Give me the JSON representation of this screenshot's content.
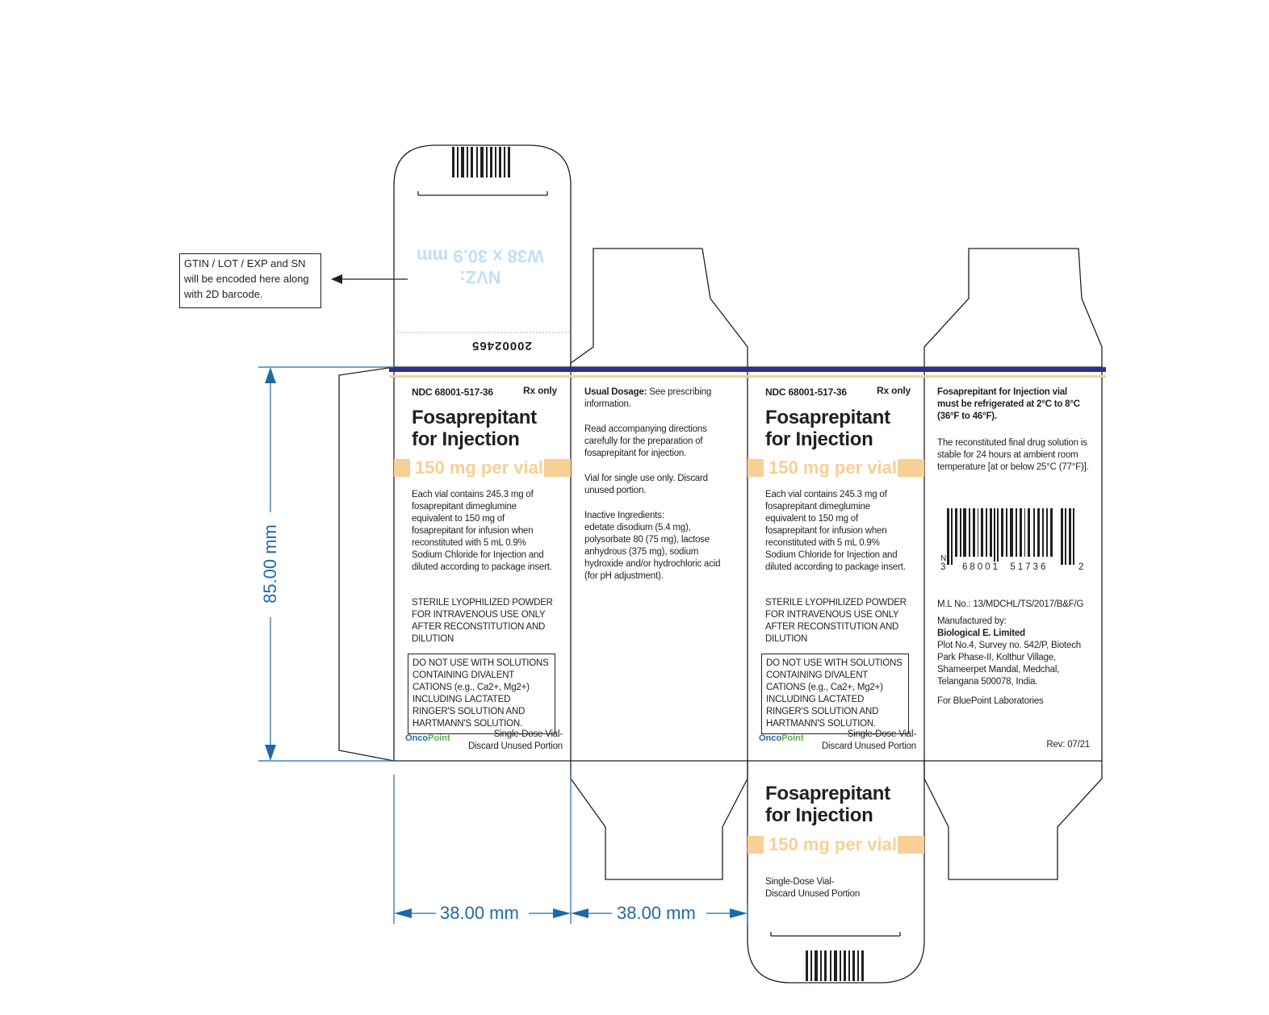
{
  "annotation": {
    "note": "GTIN / LOT / EXP and SN will be encoded here along with 2D barcode."
  },
  "top_flap": {
    "nvz_line1": "NVZ:",
    "nvz_line2": "W38 x 30.9 mm",
    "code": "20002465"
  },
  "front": {
    "ndc": "NDC 68001-517-36",
    "rx": "Rx only",
    "title_line1": "Fosaprepitant",
    "title_line2": "for Injection",
    "strength": "150 mg per vial",
    "description": "Each vial contains 245.3 mg of fosaprepitant dimeglumine equivalent to 150 mg of fosaprepitant for infusion when reconstituted with 5 mL 0.9% Sodium Chloride for Injection and diluted according to package insert.",
    "sterile": "STERILE LYOPHILIZED POWDER FOR INTRAVENOUS USE ONLY AFTER RECONSTITUTION AND DILUTION",
    "warning": "DO NOT USE WITH SOLUTIONS CONTAINING DIVALENT CATIONS (e.g., Ca2+, Mg2+) INCLUDING LACTATED RINGER'S SOLUTION AND HARTMANN'S SOLUTION.",
    "logo_a": "Onco",
    "logo_b": "Point",
    "single_dose_line1": "Single-Dose Vial-",
    "single_dose_line2": "Discard Unused Portion"
  },
  "side": {
    "dosage_label": "Usual Dosage:",
    "dosage_text": " See prescribing information.",
    "directions": "Read accompanying directions carefully for the preparation of fosaprepitant for injection.",
    "single_use": "Vial for single use only. Discard unused portion.",
    "inactive_label": "Inactive Ingredients:",
    "inactive_text": "edetate disodium (5.4 mg), polysorbate 80 (75 mg), lactose anhydrous (375 mg), sodium hydroxide and/or hydrochloric acid (for pH adjustment)."
  },
  "back": {
    "storage": "Fosaprepitant for Injection vial must be refrigerated at 2°C to 8°C (36°F to 46°F).",
    "stability": "The reconstituted final drug solution is stable for 24 hours at ambient room temperature [at or below 25°C (77°F)].",
    "barcode_n": "N",
    "barcode_first": "3",
    "barcode_mid": "68001  51736",
    "barcode_last": "2",
    "ml_no": "M.L No.: 13/MDCHL/TS/2017/B&F/G",
    "mfd_label": "Manufactured by:",
    "mfd_name": "Biological E. Limited",
    "address": "Plot No.4, Survey no. 542/P, Biotech Park Phase-II, Kolthur Village, Shameerpet Mandal, Medchal, Telangana 500078, India.",
    "for": "For BluePoint Laboratories",
    "rev": "Rev: 07/21"
  },
  "bottom_flap": {
    "title_line1": "Fosaprepitant",
    "title_line2": "for Injection",
    "strength": "150 mg per vial",
    "single_dose_line1": "Single-Dose Vial-",
    "single_dose_line2": "Discard Unused Portion"
  },
  "dimensions": {
    "height": "85.00 mm",
    "width1": "38.00 mm",
    "width2": "38.00 mm"
  },
  "colors": {
    "navy": "#2e3192",
    "orange": "#f8cf94",
    "dim_blue": "#1f6aa5"
  }
}
